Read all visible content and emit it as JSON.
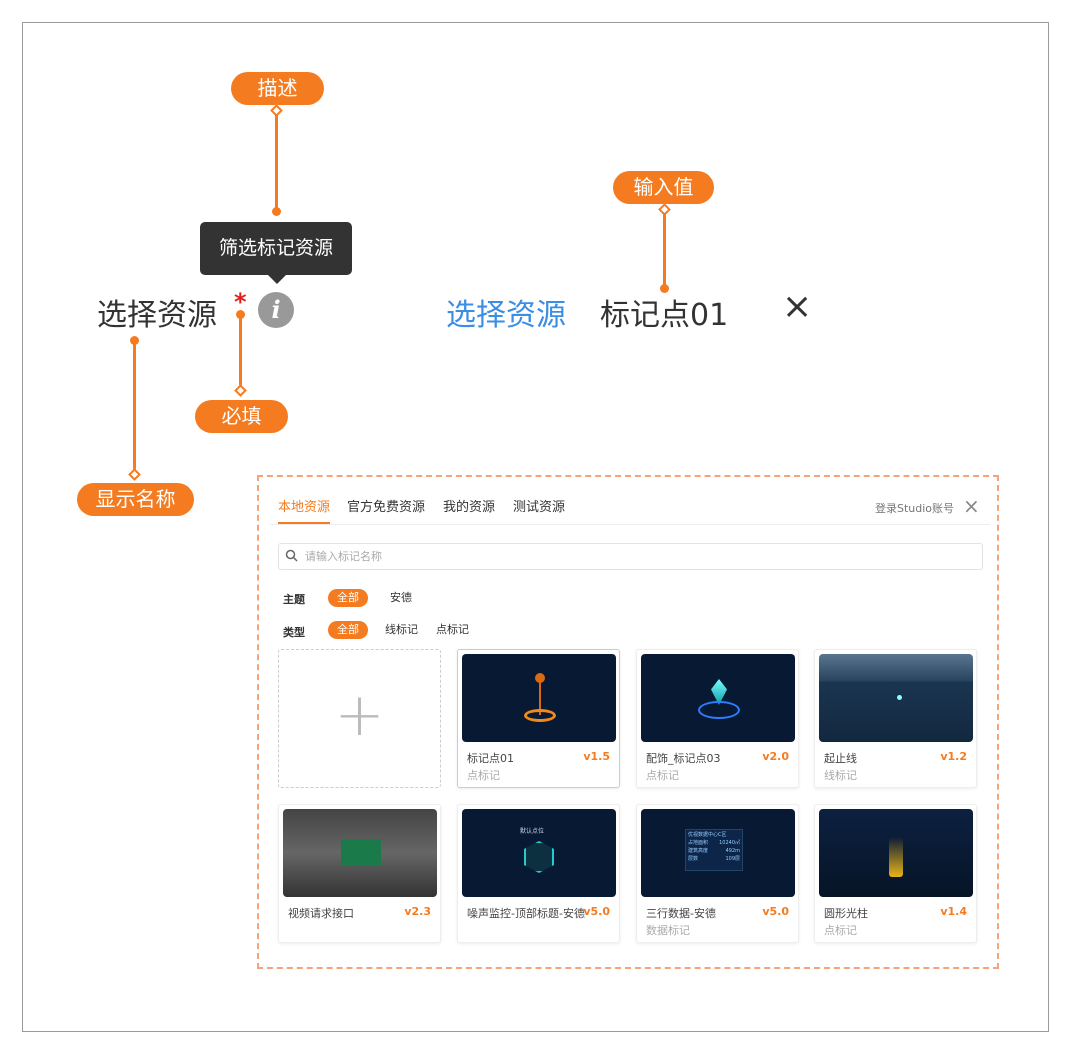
{
  "annotations": {
    "describe": "描述",
    "input_value": "输入值",
    "required": "必填",
    "display_name": "显示名称"
  },
  "field": {
    "label": "选择资源",
    "required_mark": "*",
    "info_glyph": "i",
    "tooltip": "筛选标记资源",
    "link": "选择资源",
    "value": "标记点01",
    "clear": "×"
  },
  "panel": {
    "tabs": [
      "本地资源",
      "官方免费资源",
      "我的资源",
      "测试资源"
    ],
    "login": "登录Studio账号",
    "close": "×",
    "search_placeholder": "请输入标记名称",
    "theme_label": "主题",
    "theme_options": [
      "全部",
      "安德"
    ],
    "type_label": "类型",
    "type_options": [
      "全部",
      "线标记",
      "点标记"
    ],
    "add_glyph": "+",
    "cards": [
      {
        "name": "标记点01",
        "type": "点标记",
        "version": "v1.5"
      },
      {
        "name": "配饰_标记点03",
        "type": "点标记",
        "version": "v2.0"
      },
      {
        "name": "起止线",
        "type": "线标记",
        "version": "v1.2"
      },
      {
        "name": "视频请求接口",
        "type": "",
        "version": "v2.3"
      },
      {
        "name": "噪声监控-顶部标题-安德",
        "type": "",
        "version": "v5.0"
      },
      {
        "name": "三行数据-安德",
        "type": "数据标记",
        "version": "v5.0"
      },
      {
        "name": "圆形光柱",
        "type": "点标记",
        "version": "v1.4"
      }
    ],
    "thumb_text": {
      "noise": "默认点位",
      "data_title": "优视数据中心C区",
      "rows": [
        [
          "占地面积",
          "10240㎡"
        ],
        [
          "建筑高度",
          "492m"
        ],
        [
          "层数",
          "109层"
        ]
      ]
    }
  },
  "colors": {
    "accent": "#f47b20",
    "link": "#3a8ee6",
    "required": "#e02020"
  }
}
